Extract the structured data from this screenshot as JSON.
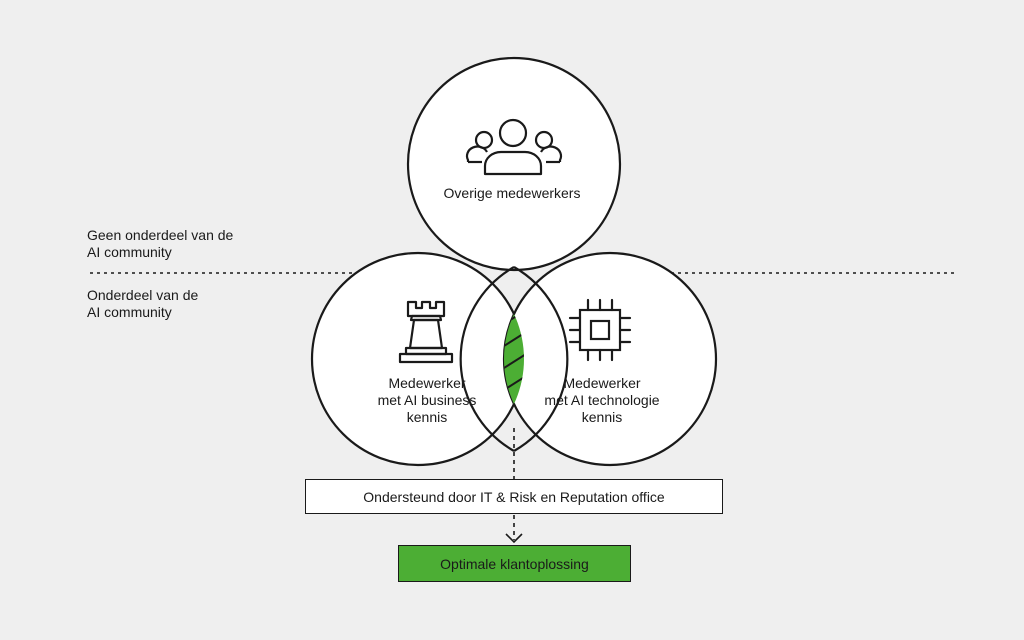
{
  "side_labels": {
    "above": "Geen onderdeel van de\nAI community",
    "below": "Onderdeel van de\nAI community"
  },
  "circles": {
    "top": {
      "label": "Overige medewerkers",
      "icon": "people-group-icon"
    },
    "left": {
      "label": "Medewerker\nmet AI business\nkennis",
      "icon": "chess-rook-icon"
    },
    "right": {
      "label": "Medewerker\nmet AI technologie\nkennis",
      "icon": "cpu-chip-icon"
    }
  },
  "support_box": {
    "label": "Ondersteund door IT & Risk en Reputation office"
  },
  "result_box": {
    "label": "Optimale klantoplossing"
  },
  "colors": {
    "background": "#efefef",
    "accent_green": "#4cae34",
    "stroke": "#1a1a1a",
    "circle_fill": "#ffffff"
  }
}
